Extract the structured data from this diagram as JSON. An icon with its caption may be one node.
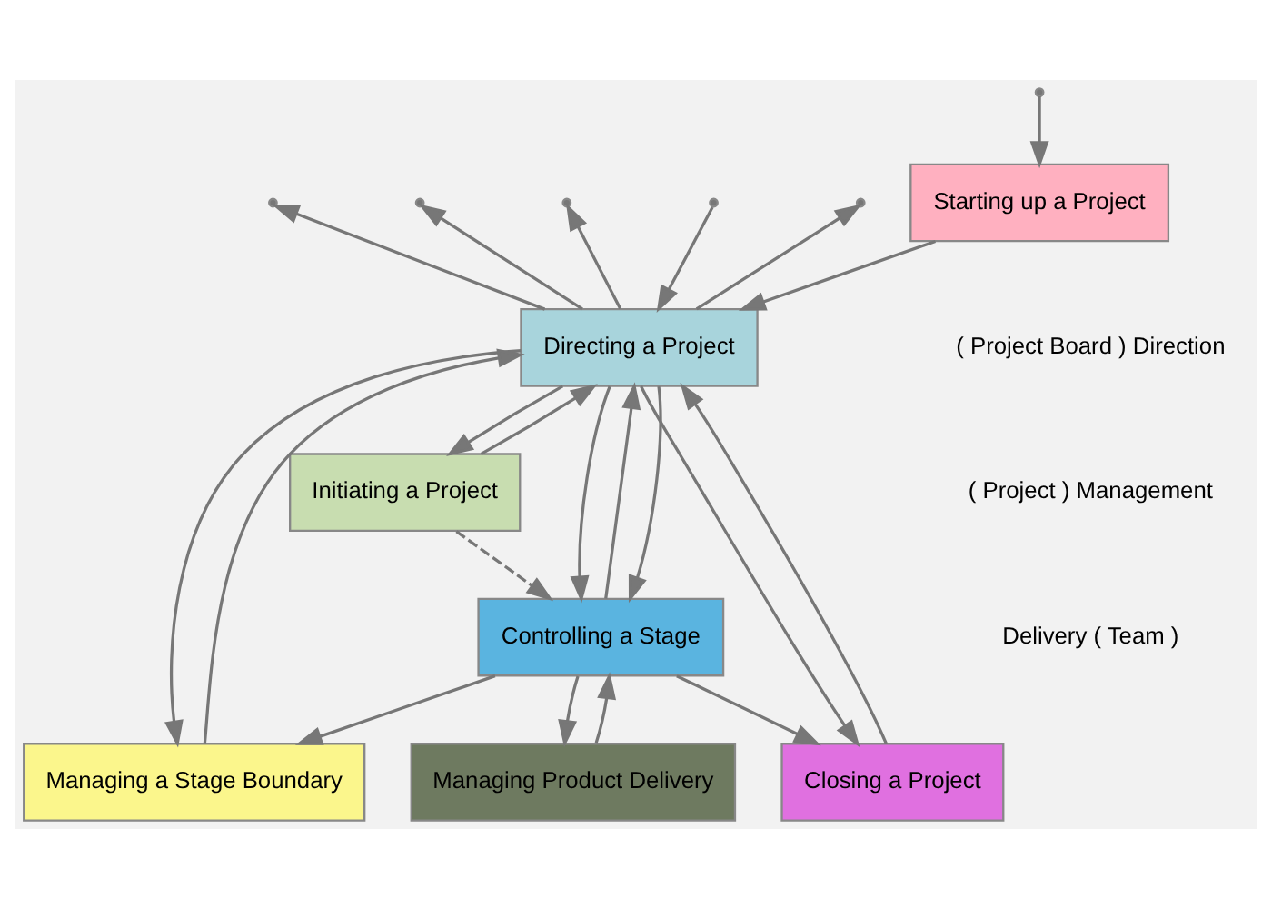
{
  "diagram": {
    "nodes": [
      {
        "text": [
          "Starting up a Project"
        ]
      },
      {
        "text": [
          "Directing a Project"
        ]
      },
      {
        "text": [
          "Initiating a Project"
        ]
      },
      {
        "text": [
          "Managing a Stage Boundary"
        ]
      },
      {
        "text": [
          "Closing a Project"
        ]
      },
      {
        "text": [
          "Controlling a Stage"
        ]
      },
      {
        "text": [
          "Managing Product Delivery"
        ]
      }
    ],
    "edges": [
      {
        "from": null,
        "to": 0,
        "arrow": "to"
      },
      {
        "from": 1,
        "to": null,
        "arrow": "to"
      },
      {
        "from": 1,
        "to": null,
        "arrow": "to"
      },
      {
        "from": 1,
        "to": null,
        "arrow": "to"
      },
      {
        "from": null,
        "to": 1,
        "arrow": "to"
      },
      {
        "from": 1,
        "to": null,
        "arrow": "to"
      },
      {
        "from": 0,
        "to": 1,
        "arrow": "to"
      },
      {
        "from": 1,
        "to": 2,
        "arrow": "to"
      },
      {
        "from": 2,
        "to": 1,
        "arrow": "to"
      },
      {
        "from": 1,
        "to": 3,
        "arrow": "to"
      },
      {
        "from": 3,
        "to": 1,
        "arrow": "to"
      },
      {
        "from": 1,
        "to": 5,
        "arrow": "to"
      },
      {
        "from": 5,
        "to": 1,
        "arrow": "to"
      },
      {
        "from": 1,
        "to": 5,
        "arrow": "to"
      },
      {
        "from": 1,
        "to": 4,
        "arrow": "to"
      },
      {
        "from": 4,
        "to": 1,
        "arrow": "to"
      },
      {
        "from": 2,
        "to": 5,
        "arrow": "to",
        "style": "dashed"
      },
      {
        "from": 5,
        "to": 3,
        "arrow": "to"
      },
      {
        "from": 5,
        "to": 4,
        "arrow": "to"
      },
      {
        "from": 5,
        "to": 6,
        "arrow": "to"
      },
      {
        "from": 6,
        "to": 5,
        "arrow": "to"
      }
    ],
    "labels": [
      "( Project Board ) Direction",
      "( Project ) Management",
      "Delivery ( Team )"
    ]
  }
}
